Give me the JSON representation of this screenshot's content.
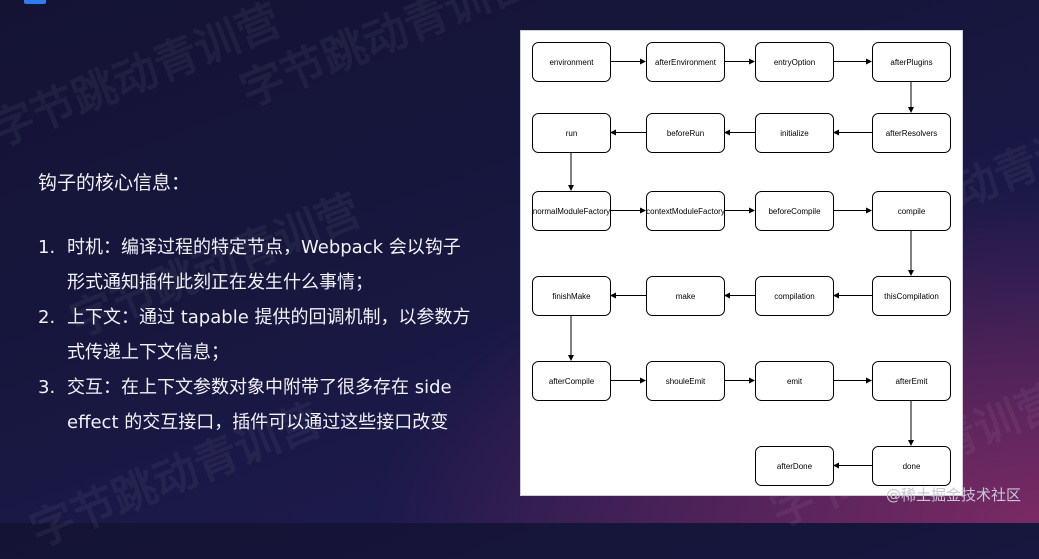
{
  "intro": "钩子的核心信息：",
  "points": [
    {
      "num": "1.",
      "text": "时机：编译过程的特定节点，Webpack 会以钩子形式通知插件此刻正在发生什么事情；"
    },
    {
      "num": "2.",
      "text": "上下文：通过 tapable 提供的回调机制，以参数方式传递上下文信息；"
    },
    {
      "num": "3.",
      "text": "交互：在上下文参数对象中附带了很多存在 side effect 的交互接口，插件可以通过这些接口改变"
    }
  ],
  "diagram": {
    "nodes": [
      {
        "id": "environment",
        "label": "environment"
      },
      {
        "id": "afterEnvironment",
        "label": "afterEnvironment"
      },
      {
        "id": "entryOption",
        "label": "entryOption"
      },
      {
        "id": "afterPlugins",
        "label": "afterPlugins"
      },
      {
        "id": "afterResolvers",
        "label": "afterResolvers"
      },
      {
        "id": "initialize",
        "label": "initialize"
      },
      {
        "id": "beforeRun",
        "label": "beforeRun"
      },
      {
        "id": "run",
        "label": "run"
      },
      {
        "id": "normalModuleFactory",
        "label": "normalModuleFactory"
      },
      {
        "id": "contextModuleFactory",
        "label": "contextModuleFactory"
      },
      {
        "id": "beforeCompile",
        "label": "beforeCompile"
      },
      {
        "id": "compile",
        "label": "compile"
      },
      {
        "id": "thisCompilation",
        "label": "thisCompilation"
      },
      {
        "id": "compilation",
        "label": "compilation"
      },
      {
        "id": "make",
        "label": "make"
      },
      {
        "id": "finishMake",
        "label": "finishMake"
      },
      {
        "id": "afterCompile",
        "label": "afterCompile"
      },
      {
        "id": "shouleEmit",
        "label": "shouleEmit"
      },
      {
        "id": "emit",
        "label": "emit"
      },
      {
        "id": "afterEmit",
        "label": "afterEmit"
      },
      {
        "id": "done",
        "label": "done"
      },
      {
        "id": "afterDone",
        "label": "afterDone"
      }
    ],
    "edges": [
      [
        "environment",
        "afterEnvironment"
      ],
      [
        "afterEnvironment",
        "entryOption"
      ],
      [
        "entryOption",
        "afterPlugins"
      ],
      [
        "afterPlugins",
        "afterResolvers"
      ],
      [
        "afterResolvers",
        "initialize"
      ],
      [
        "initialize",
        "beforeRun"
      ],
      [
        "beforeRun",
        "run"
      ],
      [
        "run",
        "normalModuleFactory"
      ],
      [
        "normalModuleFactory",
        "contextModuleFactory"
      ],
      [
        "contextModuleFactory",
        "beforeCompile"
      ],
      [
        "beforeCompile",
        "compile"
      ],
      [
        "compile",
        "thisCompilation"
      ],
      [
        "thisCompilation",
        "compilation"
      ],
      [
        "compilation",
        "make"
      ],
      [
        "make",
        "finishMake"
      ],
      [
        "finishMake",
        "afterCompile"
      ],
      [
        "afterCompile",
        "shouleEmit"
      ],
      [
        "shouleEmit",
        "emit"
      ],
      [
        "emit",
        "afterEmit"
      ],
      [
        "afterEmit",
        "done"
      ],
      [
        "done",
        "afterDone"
      ]
    ]
  },
  "footer_mark": "@稀土掘金技术社区",
  "colors": {
    "accent": "#2f7cf0",
    "panel": "#ffffff"
  }
}
